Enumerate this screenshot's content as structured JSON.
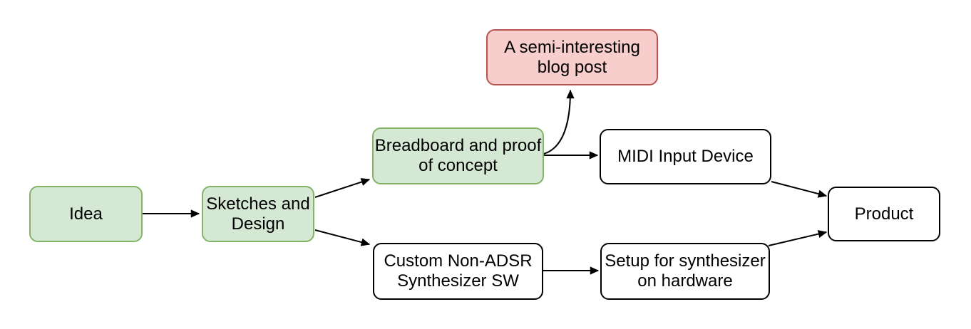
{
  "diagram": {
    "type": "flowchart",
    "background": "#ffffff",
    "colors": {
      "green_fill": "#d5e8d4",
      "green_border": "#82b366",
      "red_fill": "#f8cecc",
      "red_border": "#b85450",
      "plain_fill": "#ffffff",
      "plain_border": "#000000",
      "arrow": "#000000",
      "text": "#000000"
    },
    "nodes": [
      {
        "id": "idea",
        "label": "Idea",
        "style": "green"
      },
      {
        "id": "sketches",
        "label": "Sketches and\nDesign",
        "style": "green"
      },
      {
        "id": "breadboard",
        "label": "Breadboard and proof\nof concept",
        "style": "green"
      },
      {
        "id": "blog-post",
        "label": "A semi-interesting\nblog post",
        "style": "red"
      },
      {
        "id": "midi",
        "label": "MIDI Input Device",
        "style": "plain"
      },
      {
        "id": "custom-sw",
        "label": "Custom Non-ADSR\nSynthesizer SW",
        "style": "plain"
      },
      {
        "id": "setup",
        "label": "Setup for synthesizer\non hardware",
        "style": "plain"
      },
      {
        "id": "product",
        "label": "Product",
        "style": "plain"
      }
    ],
    "edges": [
      {
        "from": "idea",
        "to": "sketches",
        "shape": "straight"
      },
      {
        "from": "sketches",
        "to": "breadboard",
        "shape": "straight"
      },
      {
        "from": "sketches",
        "to": "custom-sw",
        "shape": "straight"
      },
      {
        "from": "breadboard",
        "to": "blog-post",
        "shape": "curved"
      },
      {
        "from": "breadboard",
        "to": "midi",
        "shape": "straight"
      },
      {
        "from": "custom-sw",
        "to": "setup",
        "shape": "straight"
      },
      {
        "from": "midi",
        "to": "product",
        "shape": "straight"
      },
      {
        "from": "setup",
        "to": "product",
        "shape": "straight"
      }
    ]
  }
}
